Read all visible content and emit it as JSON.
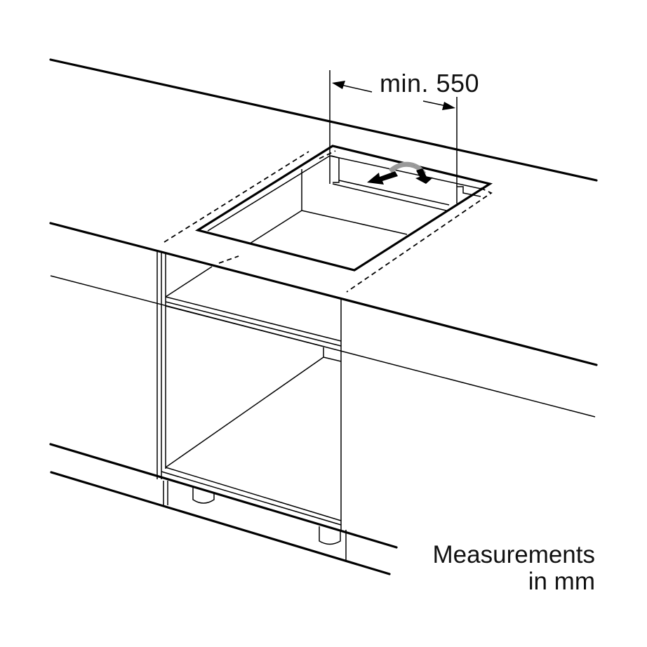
{
  "diagram": {
    "type": "cooktop-installation-cutout",
    "dimension_label": "min. 550",
    "note_line1": "Measurements",
    "note_line2": "in mm",
    "colors": {
      "line": "#000000",
      "background": "#ffffff",
      "airflow_arrow": "#000000",
      "airflow_arrow_fade": "#9a9a9a"
    }
  }
}
